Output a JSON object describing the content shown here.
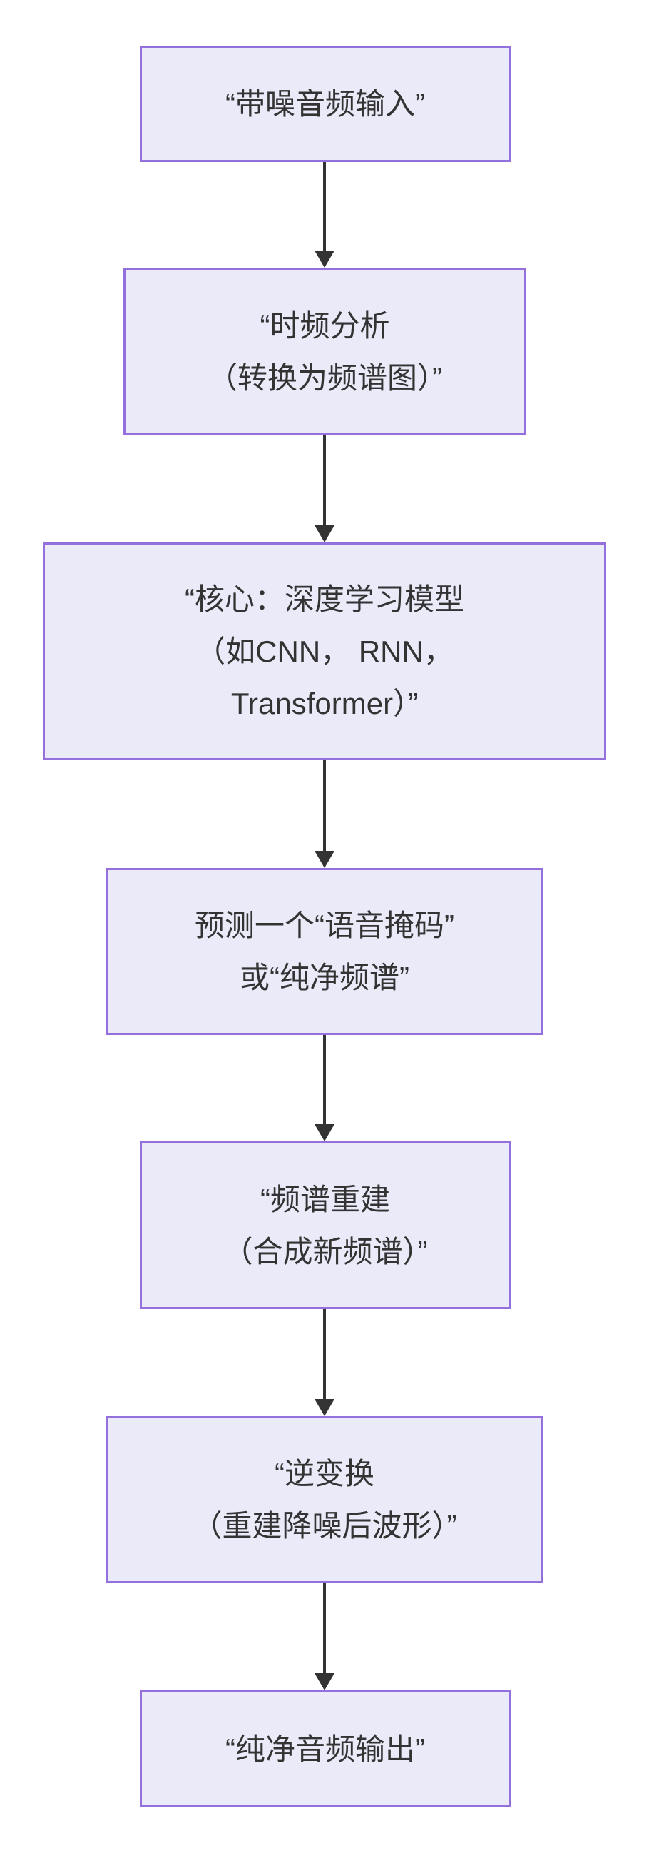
{
  "diagram": {
    "type": "flowchart",
    "direction": "top-to-bottom",
    "colors": {
      "background": "#FFFFFF",
      "node_fill": "#EAEAF9",
      "node_border": "#9370DB",
      "text": "#333333",
      "arrow": "#333333"
    },
    "nodes": [
      {
        "id": "noisy-audio-input",
        "lines": [
          "“带噪音频输入”"
        ]
      },
      {
        "id": "time-frequency-analysis",
        "lines": [
          "“时频分析",
          "（转换为频谱图）”"
        ]
      },
      {
        "id": "deep-learning-model",
        "lines": [
          "“核心：深度学习模型",
          "（如CNN， RNN，",
          "Transformer）”"
        ]
      },
      {
        "id": "predict-mask-or-clean-spectrum",
        "lines": [
          "预测一个“语音掩码”",
          "或“纯净频谱”"
        ]
      },
      {
        "id": "spectrum-reconstruction",
        "lines": [
          "“频谱重建",
          "（合成新频谱）”"
        ]
      },
      {
        "id": "inverse-transform",
        "lines": [
          "“逆变换",
          "（重建降噪后波形）”"
        ]
      },
      {
        "id": "clean-audio-output",
        "lines": [
          "“纯净音频输出”"
        ]
      }
    ],
    "edges": [
      {
        "from": 0,
        "to": 1
      },
      {
        "from": 1,
        "to": 2
      },
      {
        "from": 2,
        "to": 3
      },
      {
        "from": 3,
        "to": 4
      },
      {
        "from": 4,
        "to": 5
      },
      {
        "from": 5,
        "to": 6
      }
    ]
  }
}
